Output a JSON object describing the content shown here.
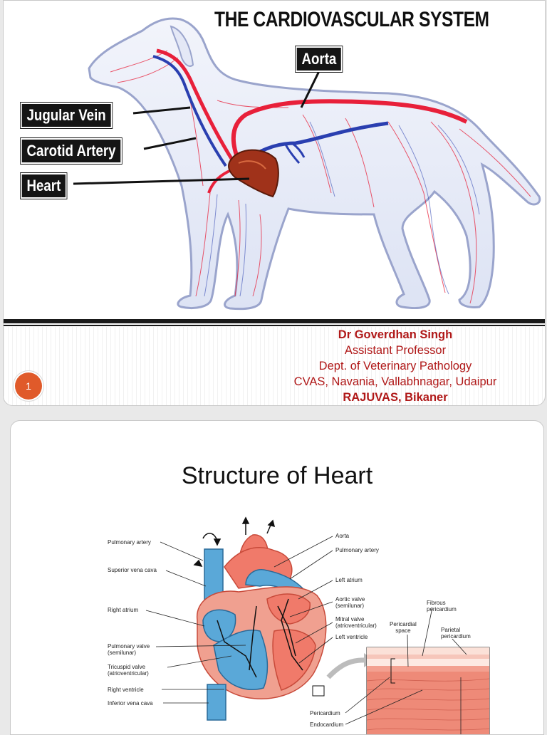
{
  "slide1": {
    "title": "THE CARDIOVASCULAR SYSTEM",
    "callouts": {
      "aorta": "Aorta",
      "jugular_vein": "Jugular Vein",
      "carotid_artery": "Carotid Artery",
      "heart": "Heart"
    },
    "credits": {
      "name": "Dr Goverdhan Singh",
      "position": "Assistant Professor",
      "department": "Dept. of Veterinary Pathology",
      "institution": "CVAS, Navania, Vallabhnagar, Udaipur",
      "university": "RAJUVAS, Bikaner"
    },
    "slide_number": "1"
  },
  "slide2": {
    "title": "Structure of Heart",
    "labels_left": {
      "pulmonary_artery": "Pulmonary artery",
      "superior_vena_cava": "Superior vena cava",
      "right_atrium": "Right atrium",
      "pulmonary_valve_1": "Pulmonary valve",
      "pulmonary_valve_2": "(semilunar)",
      "tricuspid_valve_1": "Tricuspid valve",
      "tricuspid_valve_2": "(atrioventricular)",
      "right_ventricle": "Right ventricle",
      "inferior_vena_cava": "Inferior vena cava"
    },
    "labels_right": {
      "aorta": "Aorta",
      "pulmonary_artery": "Pulmonary artery",
      "left_atrium": "Left atrium",
      "aortic_valve_1": "Aortic valve",
      "aortic_valve_2": "(semilunar)",
      "mitral_valve_1": "Mitral valve",
      "mitral_valve_2": "(atrioventricular)",
      "left_ventricle": "Left ventricle",
      "pericardial_space_1": "Pericardial",
      "pericardial_space_2": "space",
      "fibrous_pericardium_1": "Fibrous",
      "fibrous_pericardium_2": "pericardium",
      "parietal_pericardium_1": "Parietal",
      "parietal_pericardium_2": "pericardium",
      "pericardium": "Pericardium",
      "endocardium": "Endocardium"
    }
  },
  "colors": {
    "artery_red": "#e8203a",
    "vein_blue": "#2a3fb0",
    "heart_blue": "#5aa8d8",
    "heart_red": "#f07a6a",
    "credit_red": "#b01818",
    "badge_orange": "#e05a2a"
  }
}
